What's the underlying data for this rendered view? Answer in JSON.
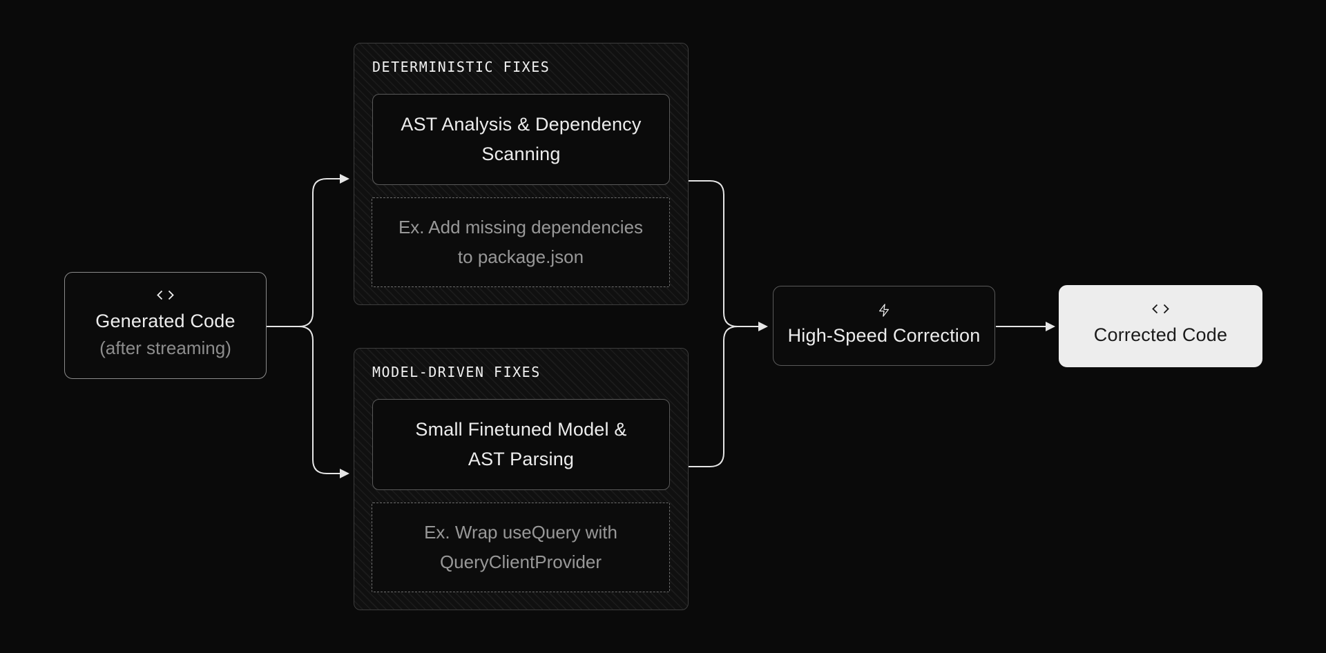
{
  "diagram": {
    "source": {
      "icon": "code-icon",
      "title": "Generated Code",
      "subtitle": "(after streaming)"
    },
    "branches": [
      {
        "title": "DETERMINISTIC FIXES",
        "method": "AST Analysis & Dependency Scanning",
        "example": "Ex. Add missing dependencies to package.json"
      },
      {
        "title": "MODEL-DRIVEN FIXES",
        "method": "Small Finetuned Model & AST Parsing",
        "example": "Ex. Wrap useQuery with QueryClientProvider"
      }
    ],
    "merge": {
      "icon": "lightning-icon",
      "title": "High-Speed Correction"
    },
    "output": {
      "icon": "code-icon",
      "title": "Corrected Code"
    }
  },
  "colors": {
    "background": "#0a0a0a",
    "panel_border": "#3d3d3d",
    "box_border": "#5a5a5a",
    "source_border": "#8c8c8c",
    "dashed_border": "#6e6e6e",
    "text_primary": "#ededed",
    "text_muted": "#8d8d8d",
    "arrow": "#e6e6e6",
    "output_bg": "#ededed",
    "output_text": "#1a1a1a"
  }
}
